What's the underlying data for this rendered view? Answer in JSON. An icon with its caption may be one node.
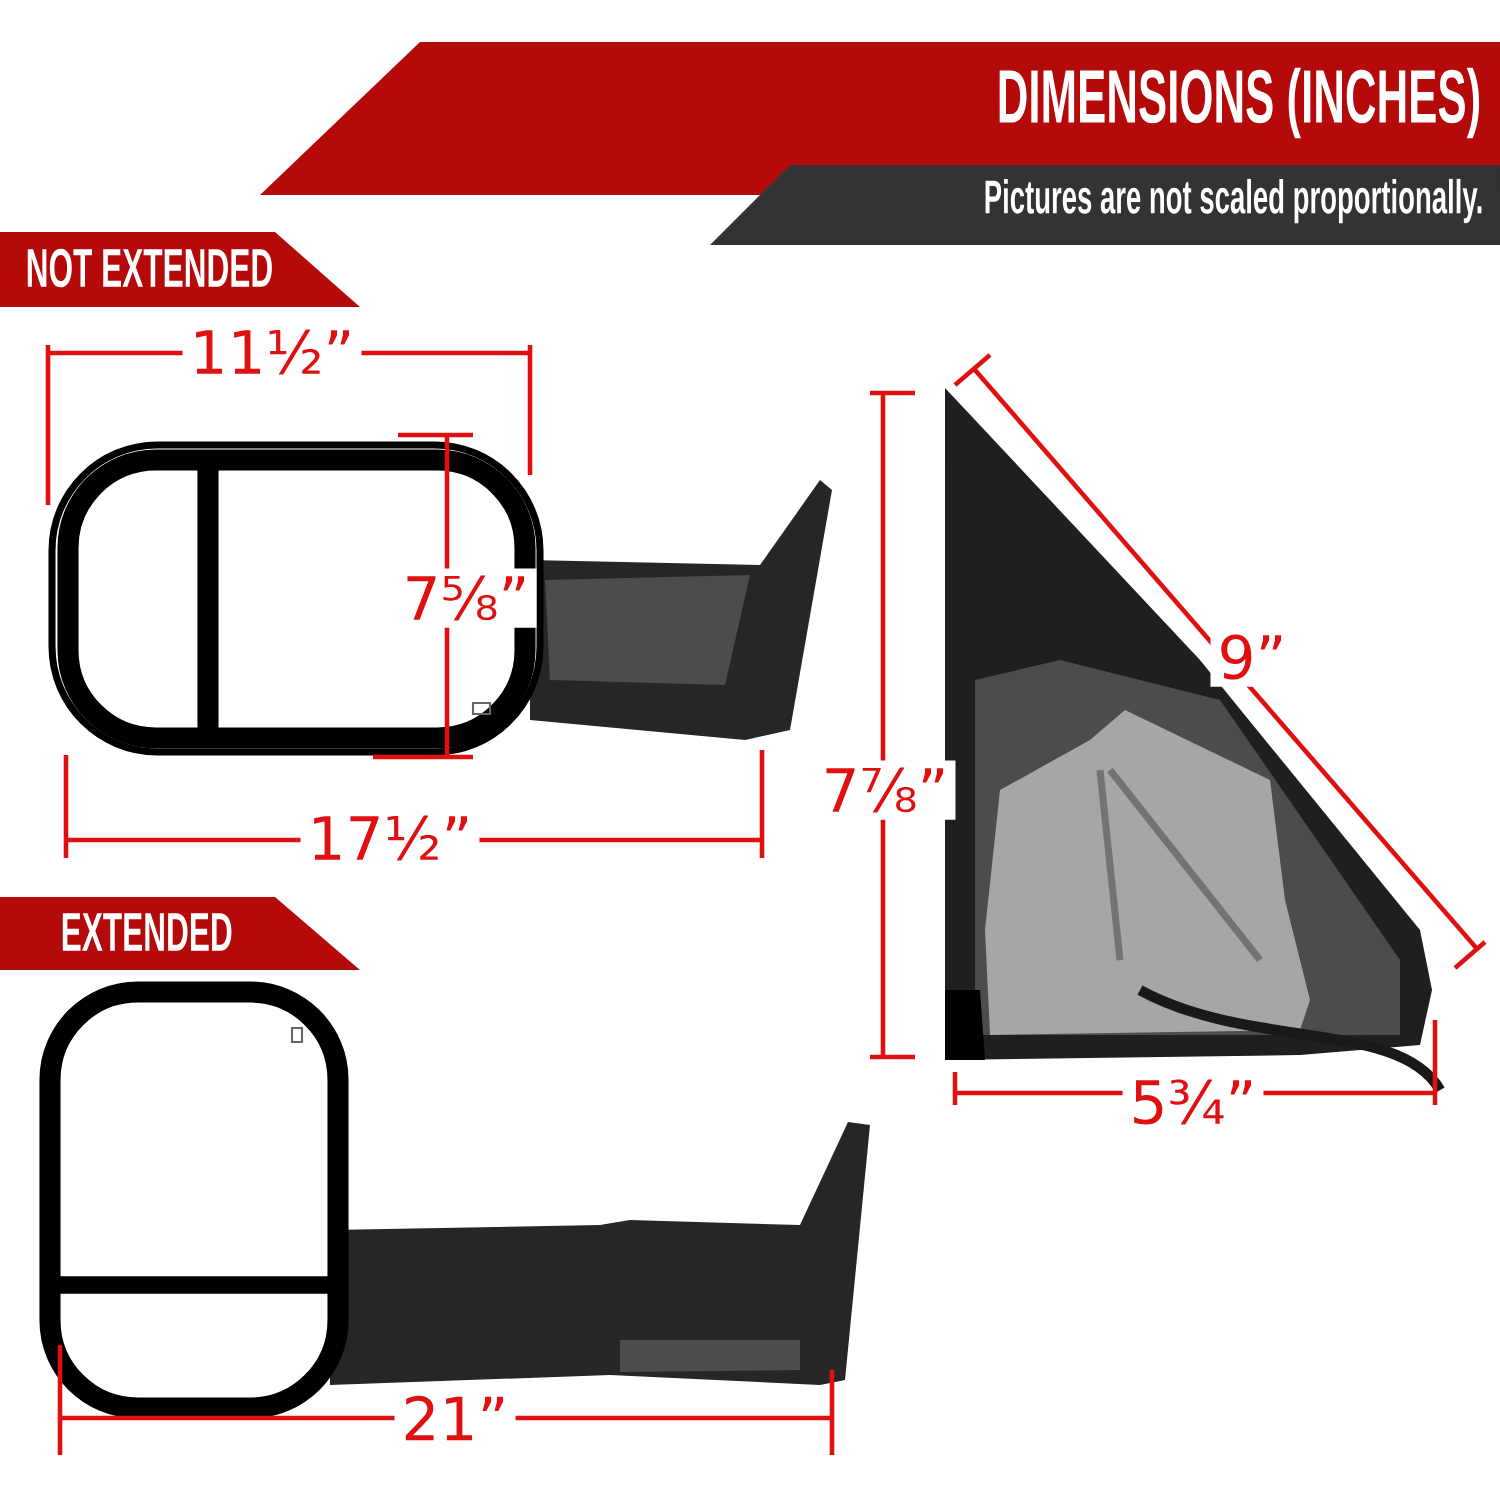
{
  "diagram": {
    "nodes": [
      {
        "text": [
          "DIMENSIONS (INCHES)"
        ]
      },
      {
        "text": [
          "Pictures are not scaled proportionally."
        ]
      },
      {
        "text": [
          "NOT EXTENDED"
        ]
      },
      {
        "text": [
          "EXTENDED"
        ]
      }
    ],
    "labels": [
      "11½”",
      "7⅝”",
      "9”",
      "7⅞”",
      "17½”",
      "5¾”",
      "21”"
    ]
  }
}
